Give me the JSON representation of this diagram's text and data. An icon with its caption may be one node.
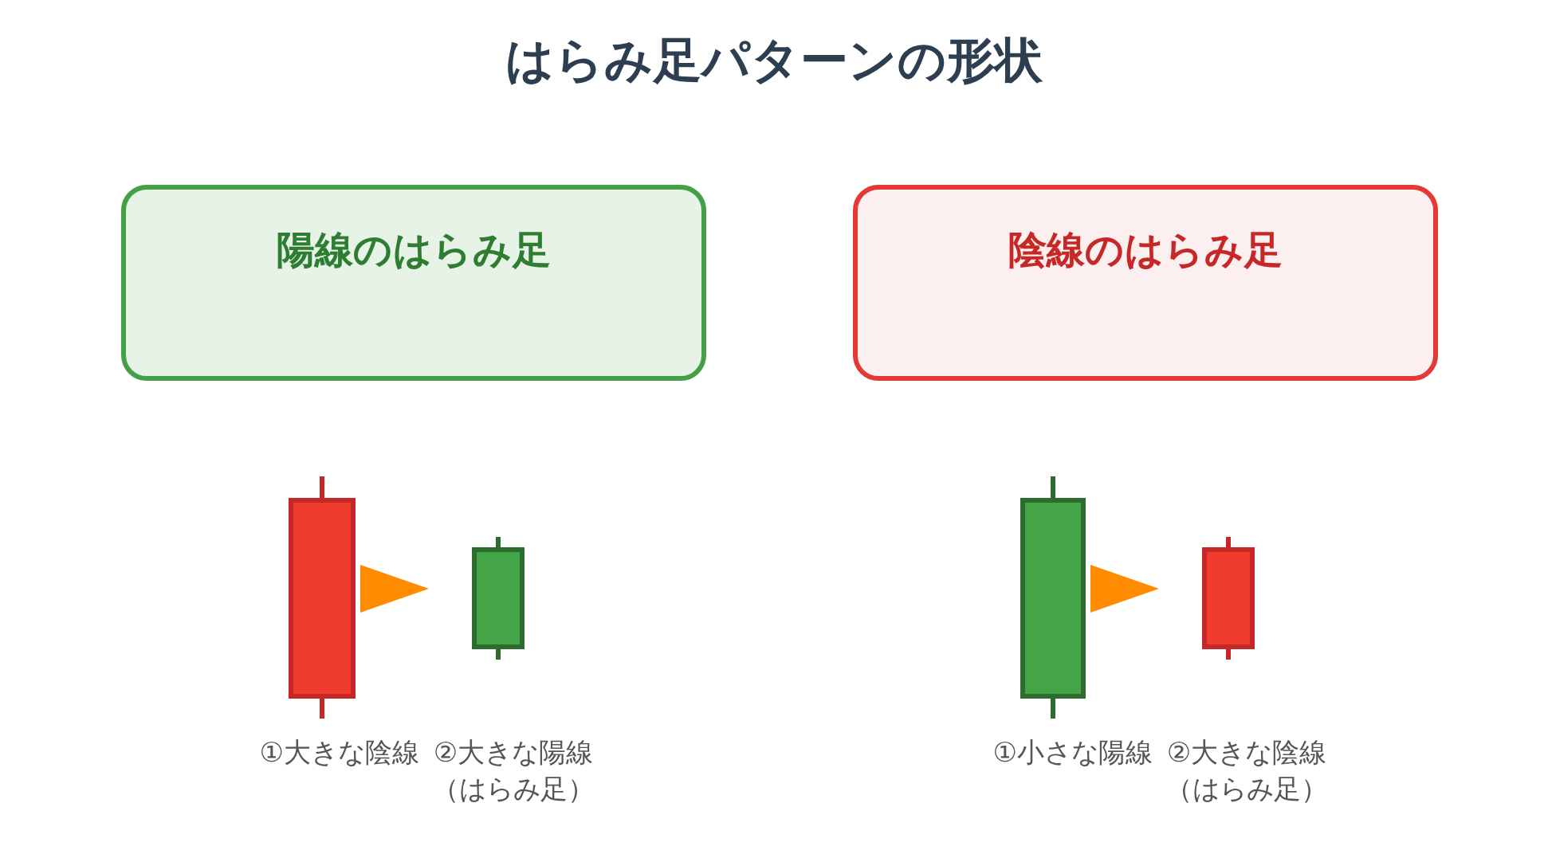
{
  "diagram": {
    "title": "はらみ足パターンの形状",
    "nodes": [
      {
        "text": [
          "陽線のはらみ足"
        ]
      },
      {
        "text": [
          "陰線のはらみ足"
        ]
      },
      {
        "text": [],
        "shape": "bar",
        "beside": [
          "①大きな陰線"
        ]
      },
      {
        "text": [],
        "shape": "bar",
        "beside": [
          "②大きな陽線（はらみ足）"
        ]
      },
      {
        "text": [],
        "shape": "bar",
        "beside": [
          "①小さな陽線"
        ]
      },
      {
        "text": [],
        "shape": "bar",
        "beside": [
          "②大きな陰線（はらみ足）"
        ]
      }
    ],
    "edges": [
      {
        "from": 2,
        "to": 3,
        "arrow": "to"
      },
      {
        "from": 4,
        "to": 5,
        "arrow": "to"
      }
    ]
  }
}
